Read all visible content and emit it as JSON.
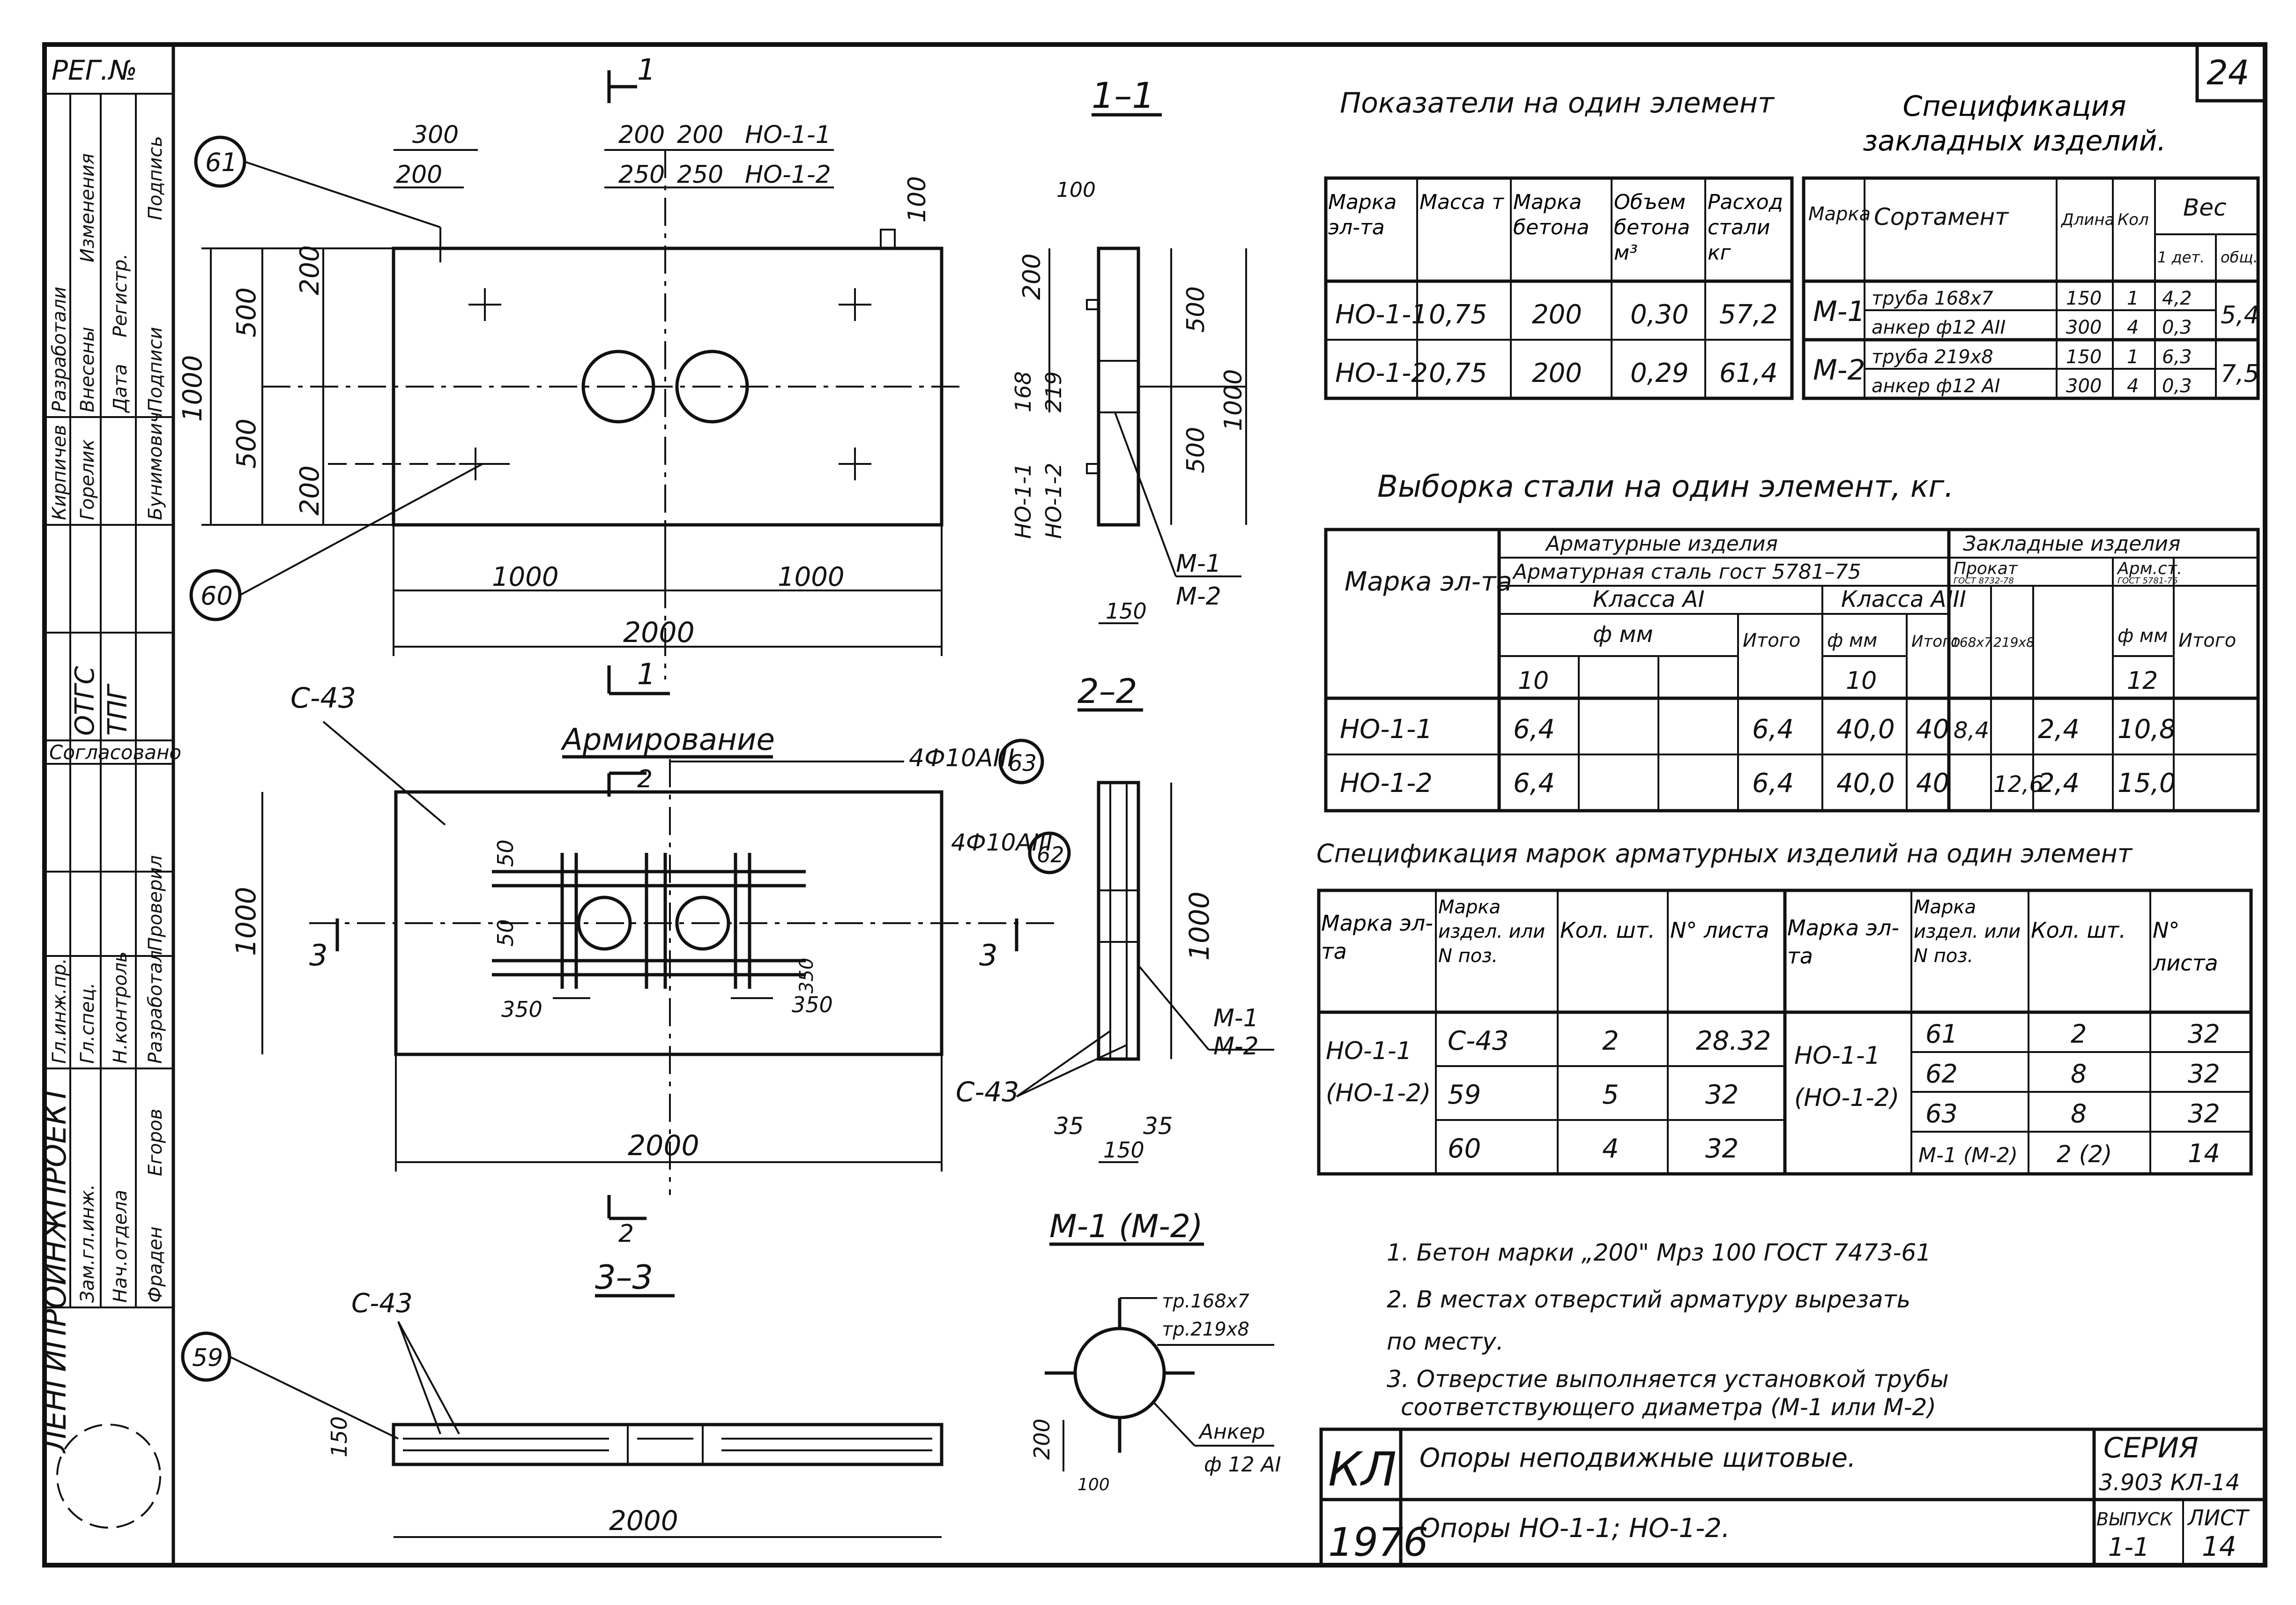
{
  "sheet_number": "24",
  "stamp": {
    "reg_label": "РЕГ.№",
    "rows": [
      "Разработали",
      "Внесены",
      "Изменения",
      "Дата",
      "Регистр.",
      "Подписи",
      "Подпись"
    ],
    "developers": [
      "Кирпичев",
      "Горелик",
      "Бунимович"
    ],
    "codes": [
      "ОТГС",
      "ТПГ"
    ],
    "agreed": "Согласовано",
    "roles": [
      "Гл.инж.пр.",
      "Гл.спец.",
      "Н.контроль",
      "Разработал",
      "Проверил"
    ],
    "org": "ЛЕНГИПРОИНЖПРОЕКТ",
    "head": [
      "Зам.гл.инж.",
      "Нач.отдела",
      "Фраден",
      "Егоров"
    ]
  },
  "views": {
    "plan": {
      "callout_61": "61",
      "callout_60": "60",
      "section_mark": "1",
      "dims": {
        "d300": "300",
        "d200a": "200",
        "d200b": "200",
        "d200c": "200",
        "ho11": "НО-1-1",
        "d250a": "250",
        "d250b": "250",
        "ho12": "НО-1-2",
        "d100": "100",
        "d1000v": "1000",
        "d500a": "500",
        "d500b": "500",
        "d200v1": "200",
        "d200v2": "200",
        "d1000a": "1000",
        "d1000b": "1000",
        "d2000": "2000"
      }
    },
    "section_1_1": {
      "title": "1–1",
      "d100": "100",
      "d200": "200",
      "d168": "168",
      "d219": "219",
      "ho11": "НО-1-1",
      "ho12": "НО-1-2",
      "d500a": "500",
      "d500b": "500",
      "d1000": "1000",
      "d150": "150",
      "m1": "М-1",
      "m2": "М-2"
    },
    "reinforcement": {
      "title": "Армирование",
      "mesh": "С-43",
      "bar63": "4Ф10АIII",
      "callout_63": "63",
      "bar62": "4Ф10АIII",
      "callout_62": "62",
      "d50a": "50",
      "d50b": "50",
      "d350a": "350",
      "d350b": "350",
      "d350c": "350",
      "d1000": "1000",
      "d2000": "2000",
      "sec3": "3",
      "sec2": "2"
    },
    "section_2_2": {
      "title": "2–2",
      "d1000": "1000",
      "m1": "М-1",
      "m2": "М-2",
      "mesh": "С-43",
      "d35a": "35",
      "d35b": "35",
      "d150": "150"
    },
    "section_3_3": {
      "title": "3–3",
      "mesh": "С-43",
      "callout_59": "59",
      "d150": "150",
      "d2000": "2000"
    },
    "part_m1": {
      "title": "М-1 (М-2)",
      "pipe1": "тр.168х7",
      "pipe2": "тр.219х8",
      "anchor": "Анкер",
      "anchor_size": "ф 12 АI",
      "d200": "200",
      "d100": "100"
    }
  },
  "tables": {
    "indicators": {
      "title": "Показатели на один элемент",
      "headers": [
        "Марка эл-та",
        "Масса т",
        "Марка бетона",
        "Объем бетона м³",
        "Расход стали кг"
      ],
      "rows": [
        [
          "НО-1-1",
          "0,75",
          "200",
          "0,30",
          "57,2"
        ],
        [
          "НО-1-2",
          "0,75",
          "200",
          "0,29",
          "61,4"
        ]
      ]
    },
    "embedded": {
      "title": "Спецификация закладных изделий.",
      "headers": [
        "Марка",
        "Сортамент",
        "Длина",
        "Кол",
        "Вес"
      ],
      "weight_sub": [
        "1 дет.",
        "общ."
      ],
      "rows": [
        {
          "mark": "М-1",
          "items": [
            [
              "труба 168х7",
              "150",
              "1",
              "4,2"
            ],
            [
              "анкер ф12 АII",
              "300",
              "4",
              "0,3"
            ]
          ],
          "total": "5,4"
        },
        {
          "mark": "М-2",
          "items": [
            [
              "труба 219х8",
              "150",
              "1",
              "6,3"
            ],
            [
              "анкер ф12 АI",
              "300",
              "4",
              "0,3"
            ]
          ],
          "total": "7,5"
        }
      ]
    },
    "steel": {
      "title": "Выборка стали на один элемент, кг.",
      "h_mark": "Марка эл-та",
      "h_rebar": "Арматурные изделия",
      "h_rebar_steel": "Арматурная сталь гост 5781–75",
      "h_class1": "Класса АI",
      "h_class3": "Класса АIII",
      "h_dia": "ф мм",
      "h_total": "Итого",
      "h_embedded": "Закладные изделия",
      "h_rolled": "Прокат",
      "h_rolled_gost": "ГОСТ 8732-78",
      "h_arm": "Арм.ст.",
      "h_arm_gost": "ГОСТ 5781-75",
      "h_168": "168х7",
      "h_219": "219х8",
      "d10a": "10",
      "d10b": "10",
      "d12": "12",
      "rows": [
        [
          "НО-1-1",
          "6,4",
          "6,4",
          "40,0",
          "40",
          "8,4",
          "",
          "2,4",
          "10,8"
        ],
        [
          "НО-1-2",
          "6,4",
          "6,4",
          "40,0",
          "40",
          "",
          "12,6",
          "2,4",
          "15,0"
        ]
      ]
    },
    "marks": {
      "title": "Спецификация марок арматурных изделий на один элемент",
      "headers": [
        "Марка эл-та",
        "Марка издел. или N поз.",
        "Кол. шт.",
        "N° листа"
      ],
      "element": "НО-1-1",
      "element2": "(НО-1-2)",
      "left_rows": [
        [
          "С-43",
          "2",
          "28.32"
        ],
        [
          "59",
          "5",
          "32"
        ],
        [
          "60",
          "4",
          "32"
        ]
      ],
      "right_rows": [
        [
          "61",
          "2",
          "32"
        ],
        [
          "62",
          "8",
          "32"
        ],
        [
          "63",
          "8",
          "32"
        ],
        [
          "М-1 (М-2)",
          "2 (2)",
          "14"
        ]
      ]
    }
  },
  "notes": [
    "1. Бетон марки „200\" Мрз 100 ГОСТ 7473-61",
    "2. В местах отверстий арматуру вырезать",
    "по месту.",
    "3. Отверстие выполняется установкой трубы",
    "соответствующего диаметра (М-1 или М-2)"
  ],
  "title_block": {
    "code": "КЛ",
    "year": "1976",
    "title1": "Опоры неподвижные щитовые.",
    "title2": "Опоры НО-1-1; НО-1-2.",
    "series_label": "СЕРИЯ",
    "series": "3.903 КЛ-14",
    "issue_label": "ВЫПУСК",
    "issue": "1-1",
    "sheet_label": "ЛИСТ",
    "sheet": "14"
  }
}
